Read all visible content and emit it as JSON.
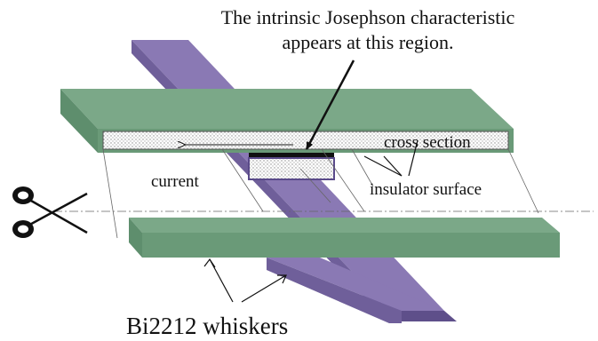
{
  "labels": {
    "annotation_line1": "The intrinsic Josephson characteristic",
    "annotation_line2": "appears at this region.",
    "cross_section": "cross section",
    "current": "current",
    "insulator_surface": "insulator surface",
    "whiskers": "Bi2212 whiskers"
  },
  "icons": {
    "scissors": "scissors-icon"
  },
  "colors": {
    "whisker_green": "#7ba888",
    "whisker_green_dark": "#4f7d5e",
    "whisker_purple": "#8a79b4",
    "whisker_purple_dark": "#5e4f8a",
    "junction_outline": "#5a4a8a"
  }
}
